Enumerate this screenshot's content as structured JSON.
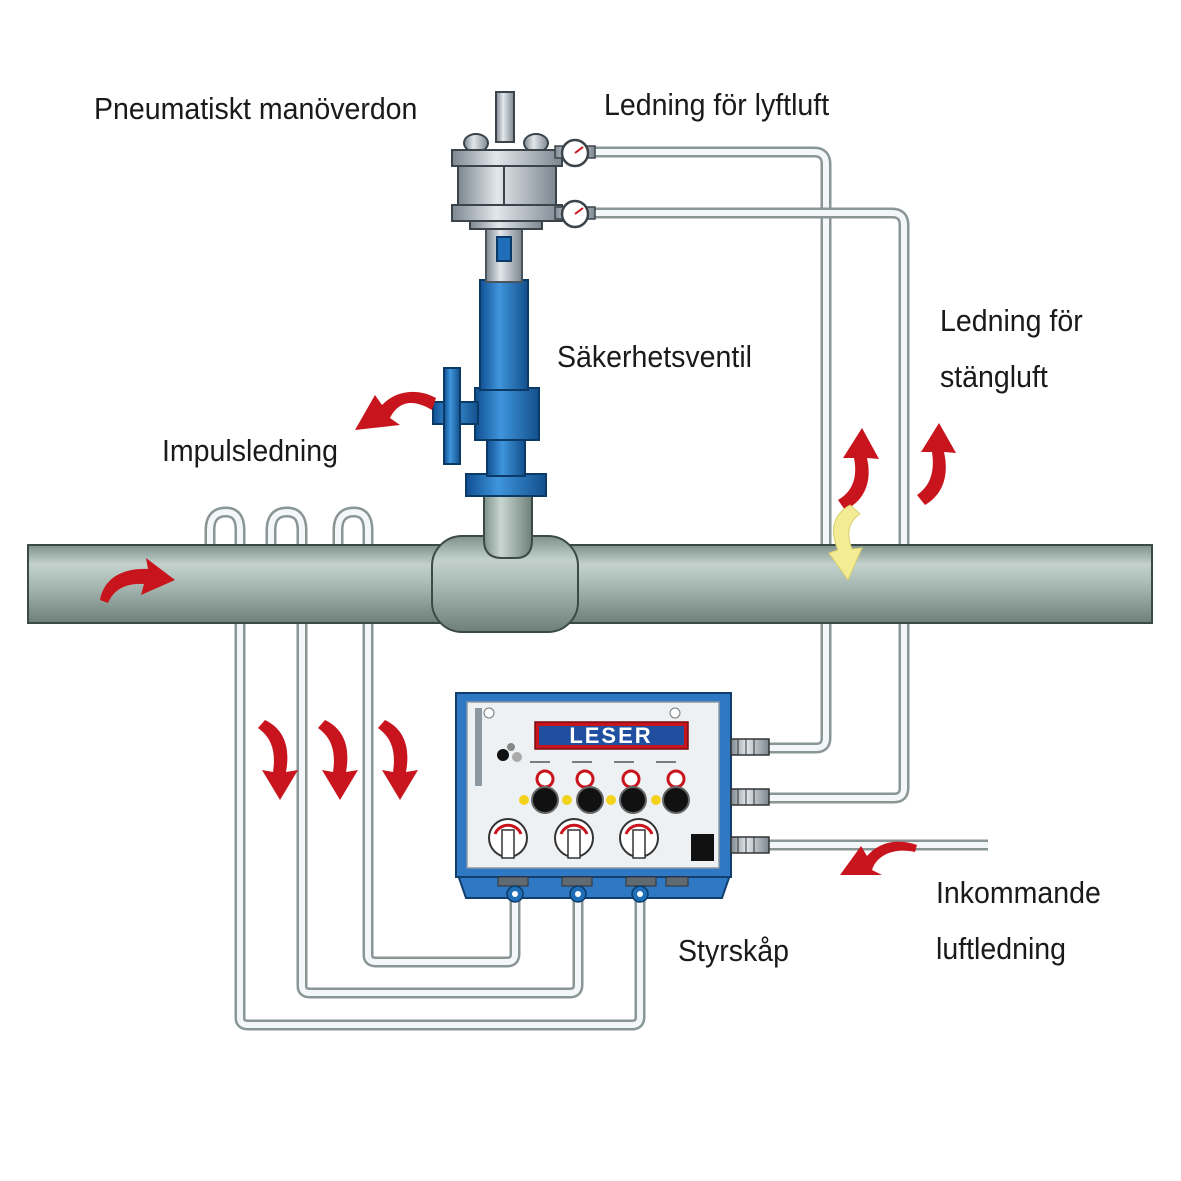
{
  "labels": {
    "actuator": "Pneumatiskt manöverdon",
    "lift_air_line": "Ledning för lyftluft",
    "safety_valve": "Säkerhetsventil",
    "impulse_line": "Impulsledning",
    "closing_air_line_1": "Ledning för",
    "closing_air_line_2": "stängluft",
    "control_cabinet": "Styrskåp",
    "incoming_air_line_1": "Inkommande",
    "incoming_air_line_2": "luftledning"
  },
  "cabinet": {
    "logo": "LESER"
  },
  "colors": {
    "pipe": "#a9bcb6",
    "valve_blue": "#1f6fb8",
    "arrow_red": "#c8141c",
    "arrow_yellow": "#f3ec95",
    "cabinet_frame": "#2f78c4",
    "cabinet_panel": "#eef1f3"
  }
}
